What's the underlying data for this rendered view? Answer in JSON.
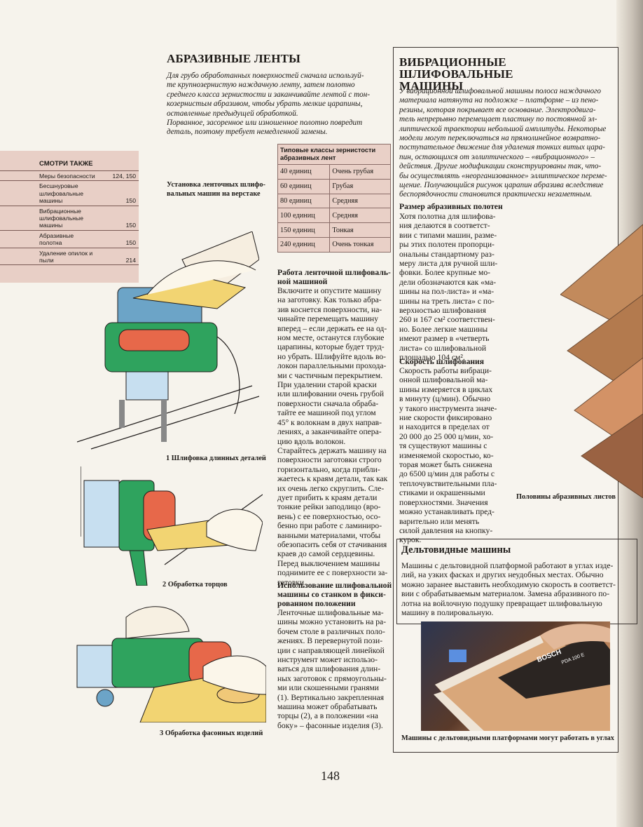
{
  "left_section": {
    "title": "АБРАЗИВНЫЕ ЛЕНТЫ",
    "intro_lines": [
      "Для грубо обработанных поверхностей сначала используй-",
      "те крупнозернистую наждачную ленту, затем полотно",
      "среднего класса зернистости и заканчивайте лентой с тон-",
      "козернистым абразивом, чтобы убрать мелкие царапины,",
      "оставленные предыдущей обработкой.",
      "Порванное, засоренное или изношенное полотно повредит",
      "деталь, поэтому требует немедленной замены."
    ]
  },
  "see_also": {
    "title": "СМОТРИ ТАКЖЕ",
    "items": [
      {
        "name": "Меры безопасности",
        "pages": "124, 150"
      },
      {
        "name": "Бесшнуровые шлифовальные\nмашины",
        "pages": "150"
      },
      {
        "name": "Вибрационные шлифовальные\nмашины",
        "pages": "150"
      },
      {
        "name": "Абразивные полотна",
        "pages": "150"
      },
      {
        "name": "Удаление опилок и пыли",
        "pages": "214"
      }
    ]
  },
  "grit_table": {
    "header": "Типовые классы зернистости\nабразивных лент",
    "rows": [
      [
        "40 единиц",
        "Очень грубая"
      ],
      [
        "60 единиц",
        "Грубая"
      ],
      [
        "80 единиц",
        "Средняя"
      ],
      [
        "100 единиц",
        "Средняя"
      ],
      [
        "150 единиц",
        "Тонкая"
      ],
      [
        "240 единиц",
        "Очень тонкая"
      ]
    ]
  },
  "captions": {
    "setup": "Установка ленточных шлифо-\nвальных машин на верстаке",
    "fig1": "1 Шлифовка длинных деталей",
    "fig2": "2 Обработка торцов",
    "fig3": "3 Обработка фасонных изделий",
    "sheets": "Половины абразивных листов",
    "photo": "Машины с дельтовидными платформами могут работать в углах"
  },
  "work": {
    "heading": "Работа ленточной шлифоваль-\nной машиной",
    "lines": [
      "Включите и опустите машину",
      "на заготовку. Как только абра-",
      "зив коснется поверхности, на-",
      "чинайте перемещать машину",
      "вперед – если держать ее на од-",
      "ном месте, останутся глубокие",
      "царапины, которые будет труд-",
      "но убрать. Шлифуйте вдоль во-",
      "локон параллельными прохода-",
      "ми с частичным перекрытием.",
      "При удалении старой краски",
      "или шлифовании очень грубой",
      "поверхности сначала обраба-",
      "тайте ее машиной под углом",
      "45° к волокнам в двух направ-",
      "лениях, а заканчивайте опера-",
      "цию вдоль волокон.",
      "Старайтесь держать машину на",
      "поверхности заготовки строго",
      "горизонтально, когда прибли-",
      "жаетесь к краям детали, так как",
      "их очень легко скруглить. Сле-",
      "дует прибить к краям детали",
      "тонкие рейки заподлицо (вро-",
      "вень) с ее поверхностью, осо-",
      "бенно при работе с ламиниро-",
      "ванными материалами, чтобы",
      "обезопасить себя от стачивания",
      "краев до самой сердцевины.",
      "Перед выключением машины",
      "поднимите ее с поверхности за-",
      "готовки."
    ]
  },
  "stand": {
    "heading": "Использование шлифовальной\nмашины со станком в фикси-\nрованном положении",
    "lines": [
      "Ленточные шлифовальные ма-",
      "шины можно установить на ра-",
      "бочем столе в различных поло-",
      "жениях. В перевернутой пози-",
      "ции с направляющей линейкой",
      "инструмент может использо-",
      "ваться для шлифования длин-",
      "ных заготовок с прямоугольны-",
      "ми или скошенными гранями",
      "(1). Вертикально закрепленная",
      "машина может обрабатывать",
      "торцы (2), а в положении «на",
      "боку» – фасонные изделия (3)."
    ]
  },
  "vib": {
    "title": "ВИБРАЦИОННЫЕ ШЛИФОВАЛЬНЫЕ\nМАШИНЫ",
    "intro_lines": [
      "У вибрационной шлифовальной машины полоса наждачного",
      "материала натянута на подложке – платформе – из пено-",
      "резины, которая покрывает все основание. Электродвига-",
      "тель непрерывно перемещает пластину по постоянной эл-",
      "липтической траектории небольшой амплитуды. Некоторые",
      "модели могут переключаться на прямолинейное возвратно-",
      "поступательное движение для удаления тонких витых цара-",
      "пин, остающихся от эллиптического – «вибрационного» –",
      "действия. Другие модификации сконструированы так, что-",
      "бы осуществлять «неорганизованное» эллиптическое переме-",
      "щение. Получающийся рисунок царапин абразива вследствие",
      "беспорядочности становится практически незаметным."
    ],
    "size_heading": "Размер абразивных полотен",
    "size_lines": [
      "Хотя полотна для шлифова-",
      "ния делаются в соответст-",
      "вии с типами машин, разме-",
      "ры этих полотен пропорци-",
      "ональны стандартному раз-",
      "меру листа для ручной шли-",
      "фовки. Более крупные мо-",
      "дели обозначаются как «ма-",
      "шины на пол-листа» и «ма-",
      "шины на треть листа» с по-",
      "верхностью шлифования",
      "260 и 167 см² соответствен-",
      "но. Более легкие машины",
      "имеют размер в «четверть",
      "листа» со шлифовальной",
      "площадью 104 см²."
    ],
    "speed_heading": "Скорость шлифования",
    "speed_lines": [
      "Скорость работы вибраци-",
      "онной шлифовальной ма-",
      "шины измеряется в циклах",
      "в минуту (ц/мин). Обычно",
      "у такого инструмента значе-",
      "ние скорости фиксировано",
      "и находится в пределах от",
      "20 000 до 25 000 ц/мин, хо-",
      "тя существуют машины с",
      "изменяемой скоростью, ко-",
      "торая может быть снижена",
      "до 6500 ц/мин для работы с",
      "теплочувствительными пла-",
      "стиками и окрашенными",
      "поверхностями. Значения",
      "можно устанавливать пред-",
      "варительно или менять",
      "силой давления на кнопку-",
      "курок."
    ]
  },
  "delta": {
    "title": "Дельтовидные машины",
    "lines": [
      "Машины с дельтовидной платформой работают в углах изде-",
      "лий, на узких фасках и других неудобных местах. Обычно",
      "можно заранее выставить необходимую скорость в соответст-",
      "вии с обрабатываемым материалом. Замена абразивного по-",
      "лотна на войлочную подушку превращает шлифовальную",
      "машину в полировальную."
    ],
    "tool_brand": "BOSCH",
    "tool_model": "PDA 100 E"
  },
  "page_number": "148"
}
